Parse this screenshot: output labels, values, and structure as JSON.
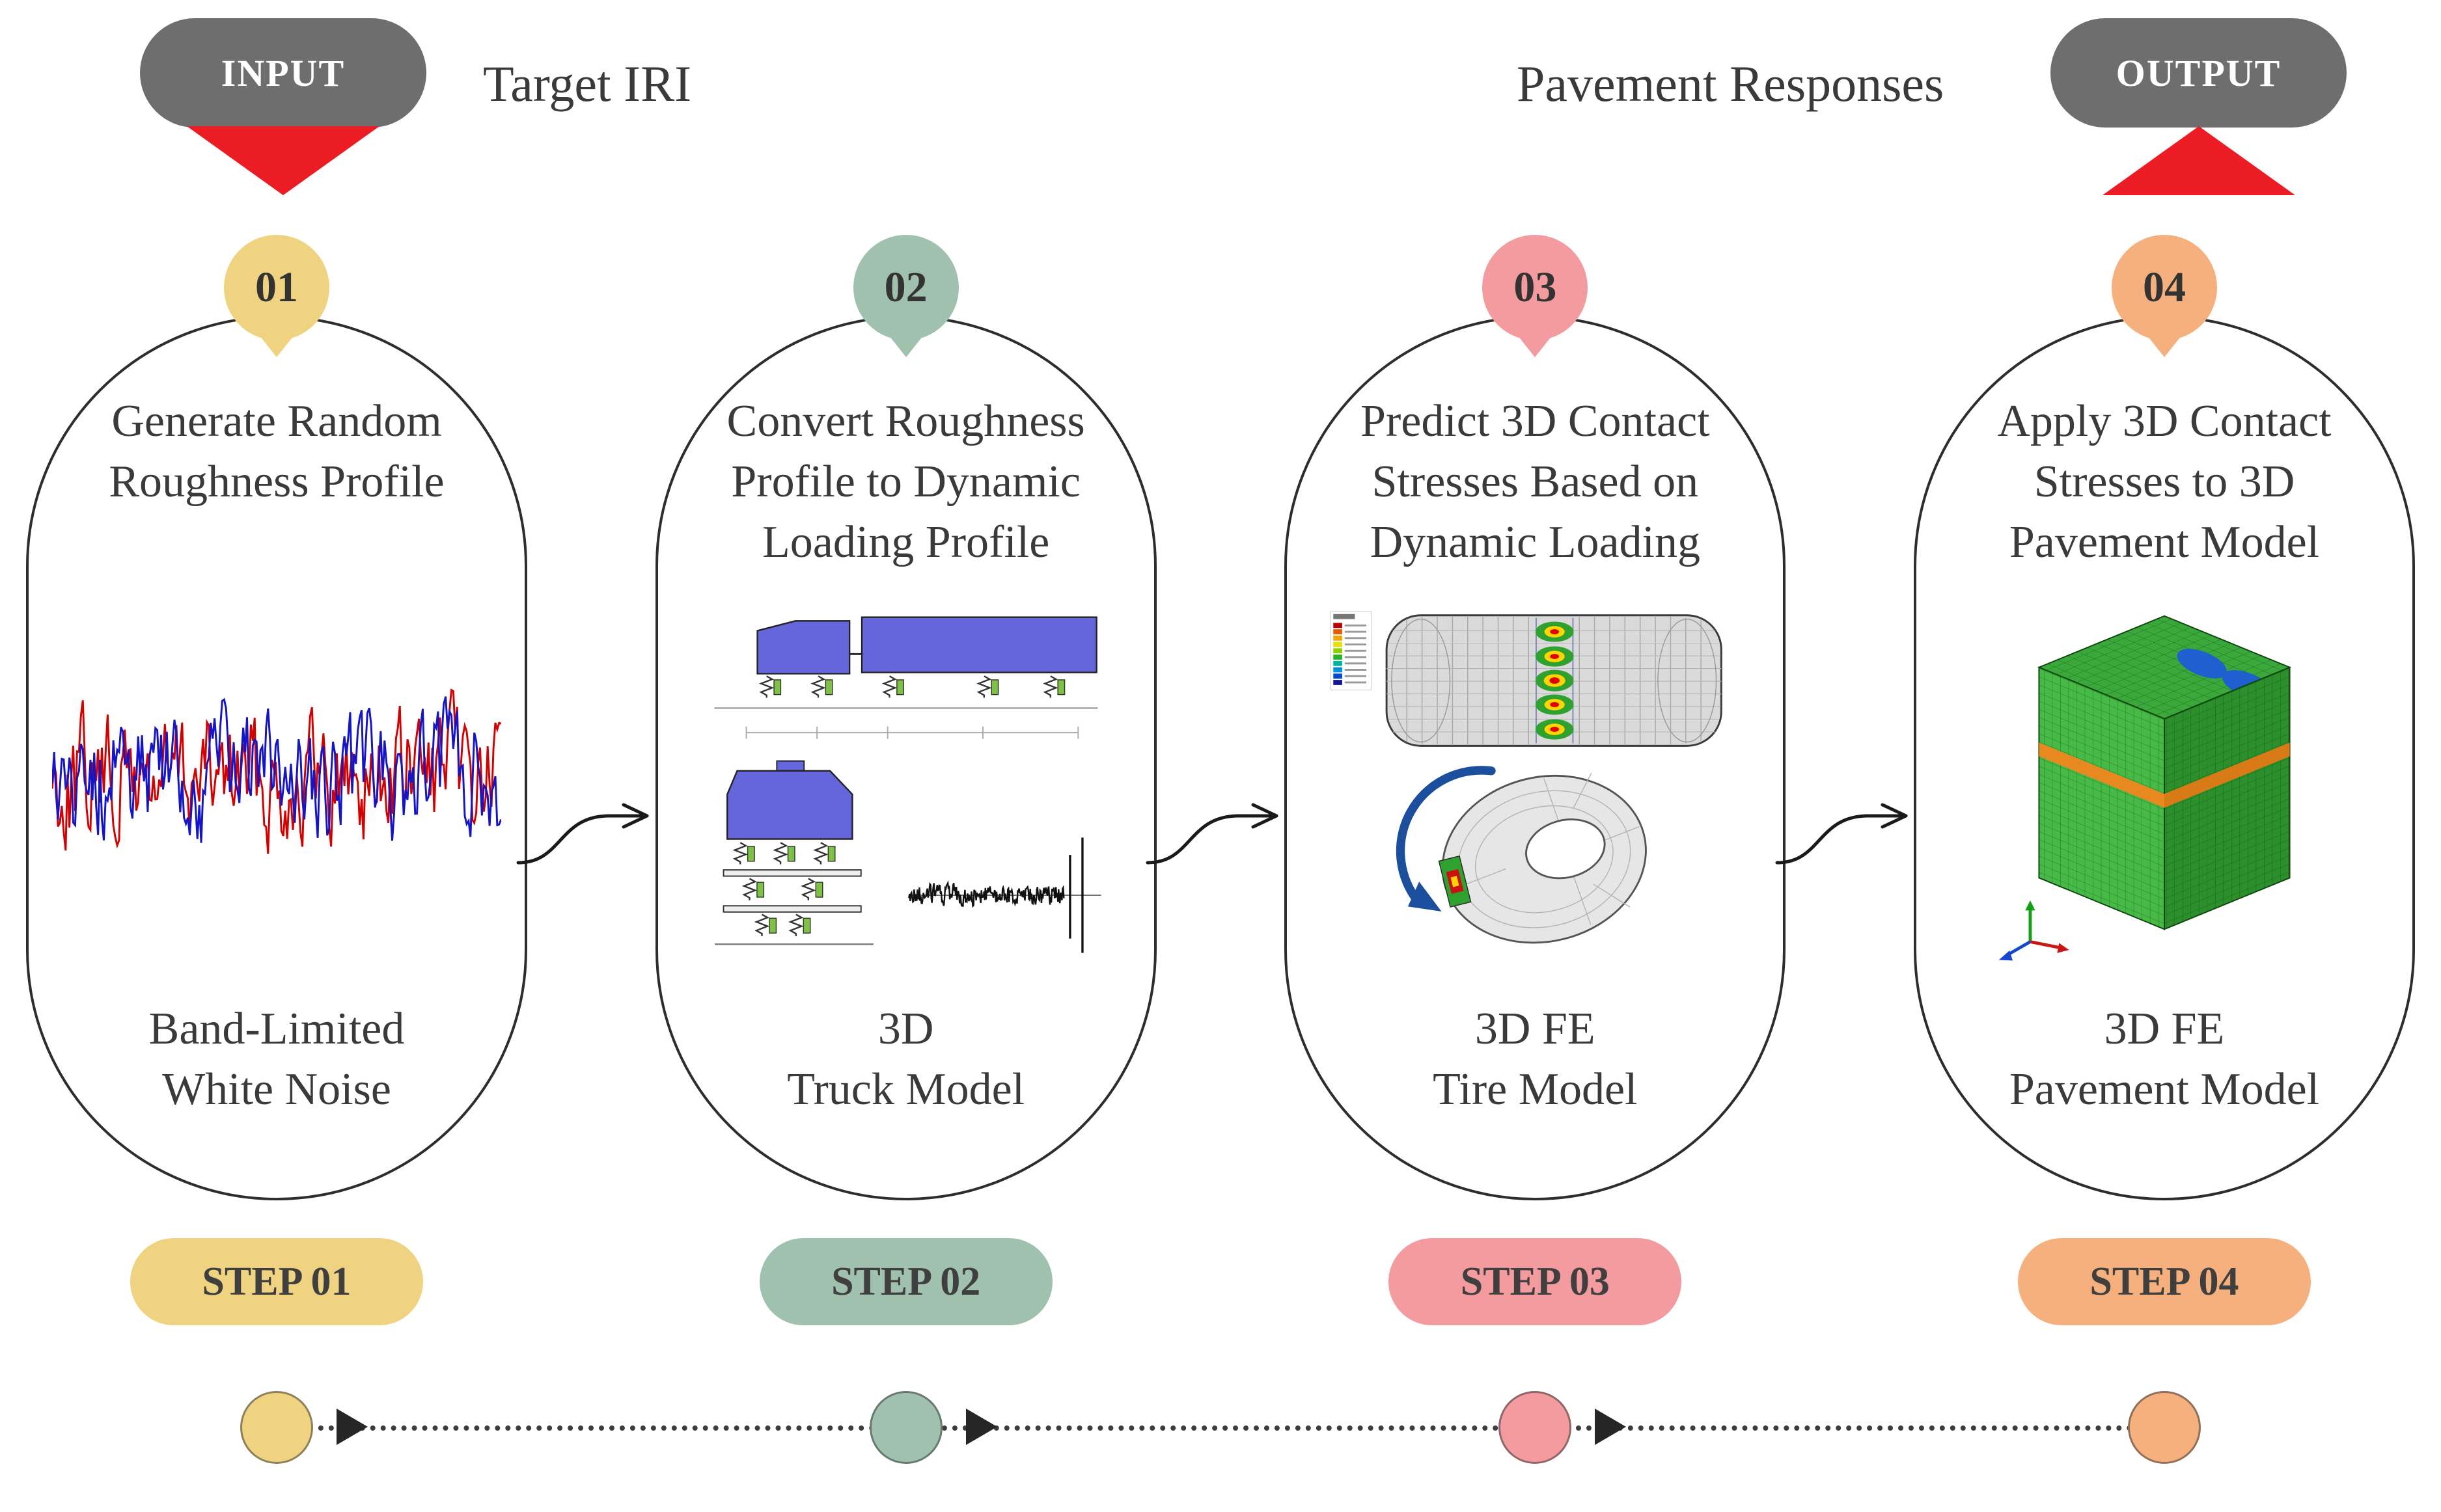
{
  "header": {
    "input_label": "INPUT",
    "input_caption": "Target IRI",
    "output_caption": "Pavement Responses",
    "output_label": "OUTPUT"
  },
  "steps": [
    {
      "number": "01",
      "title": "Generate Random\nRoughness Profile",
      "caption": "Band-Limited\nWhite Noise",
      "pill_label": "STEP 01",
      "color": "#F0D381",
      "figure_icon": "white-noise-plot"
    },
    {
      "number": "02",
      "title": "Convert Roughness\nProfile to Dynamic\nLoading Profile",
      "caption": "3D\nTruck Model",
      "pill_label": "STEP 02",
      "color": "#A1C1AF",
      "figure_icon": "truck-model-image"
    },
    {
      "number": "03",
      "title": "Predict 3D Contact\nStresses Based on\nDynamic Loading",
      "caption": "3D FE\nTire Model",
      "pill_label": "STEP 03",
      "color": "#F39B9E",
      "figure_icon": "tire-model-image"
    },
    {
      "number": "04",
      "title": "Apply 3D Contact\nStresses to 3D\nPavement Model",
      "caption": "3D FE\nPavement Model",
      "pill_label": "STEP 04",
      "color": "#F5B07E",
      "figure_icon": "pavement-model-image"
    }
  ],
  "colors": {
    "io_pill": "#6E6E6E",
    "arrow_red": "#EC1C24",
    "text": "#3A3A3A"
  }
}
